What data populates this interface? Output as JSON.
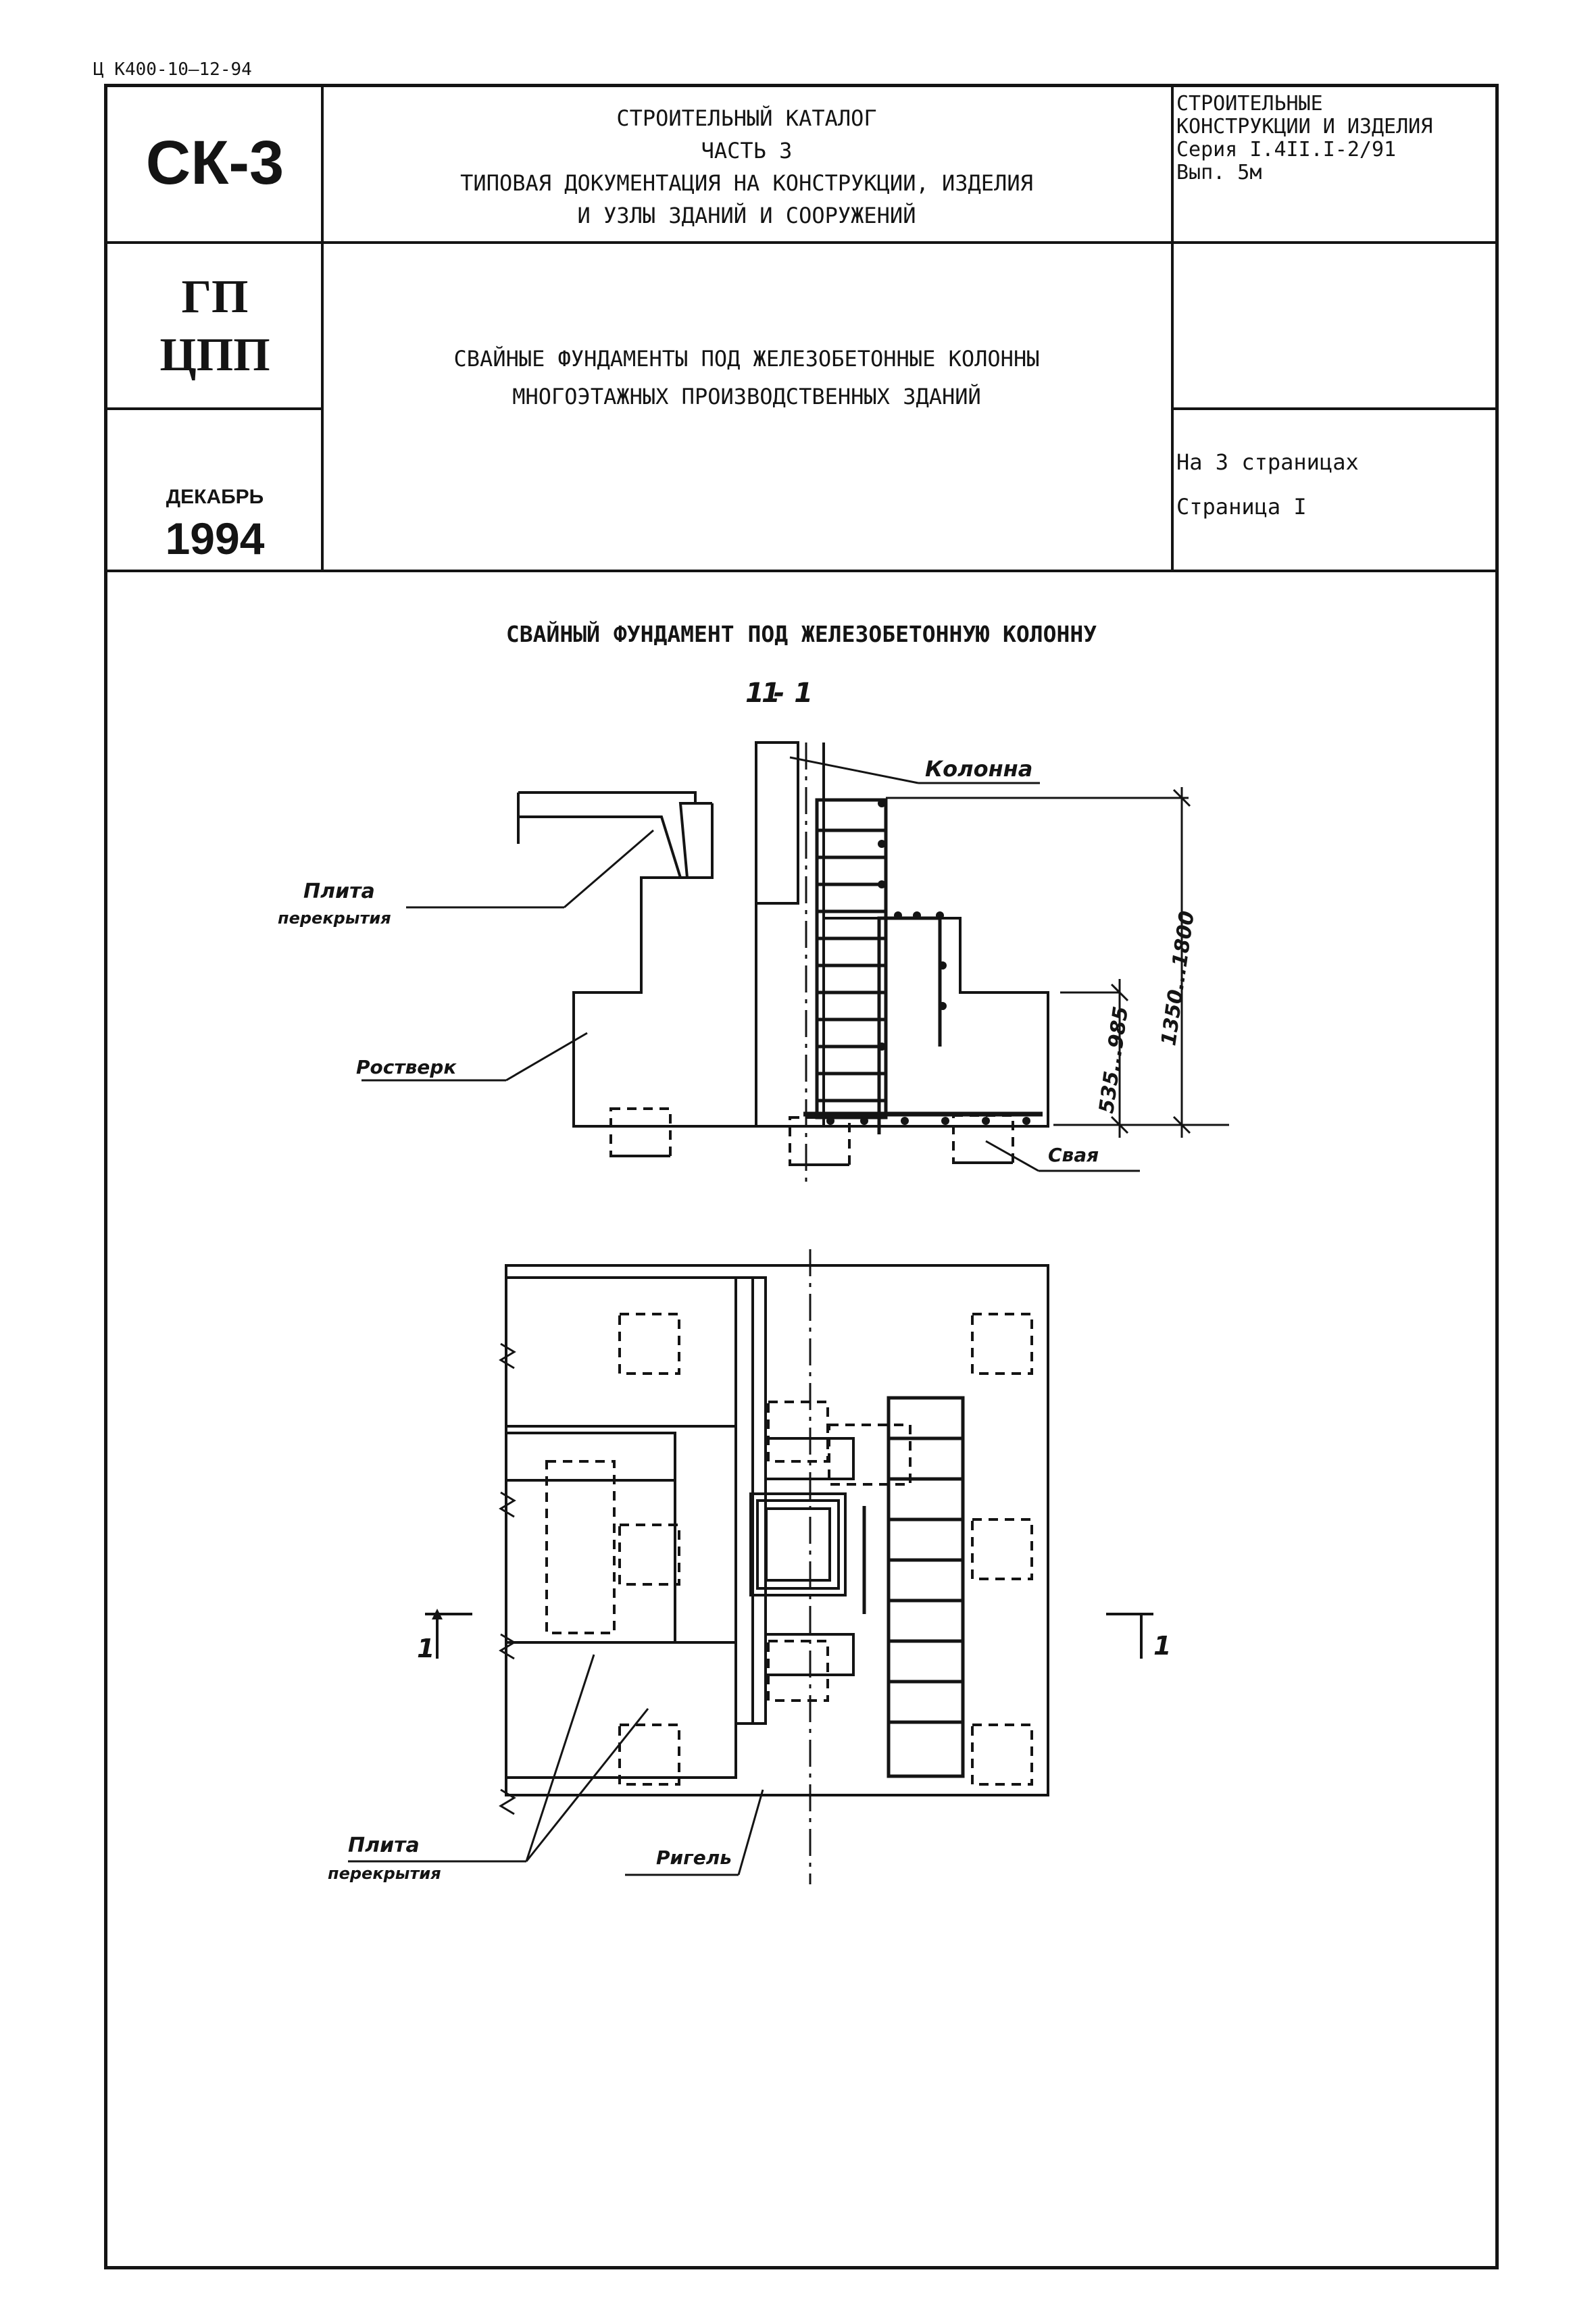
{
  "doc_code": "Ц К400-10—12-94",
  "stamp": {
    "catalog_code": "СК-3",
    "org_lines": [
      "ГП",
      "ЦПП"
    ],
    "month": "ДЕКАБРЬ",
    "year": "1994"
  },
  "catalog": {
    "lines": [
      "СТРОИТЕЛЬНЫЙ КАТАЛОГ",
      "ЧАСТЬ 3",
      "ТИПОВАЯ ДОКУМЕНТАЦИЯ НА КОНСТРУКЦИИ, ИЗДЕЛИЯ",
      "И УЗЛЫ ЗДАНИЙ И СООРУЖЕНИЙ"
    ]
  },
  "series_block": {
    "lines": [
      "СТРОИТЕЛЬНЫЕ",
      "КОНСТРУКЦИИ И ИЗДЕЛИЯ",
      "Серия I.4II.I-2/91",
      "Вып. 5м"
    ]
  },
  "subject": {
    "lines": [
      "СВАЙНЫЕ ФУНДАМЕНТЫ ПОД ЖЕЛЕЗОБЕТОННЫЕ КОЛОННЫ",
      "МНОГОЭТАЖНЫХ ПРОИЗВОДСТВЕННЫХ ЗДАНИЙ"
    ]
  },
  "pages": {
    "total": "На 3 страницах",
    "current": "Страница I"
  },
  "drawing": {
    "title": "СВАЙНЫЙ ФУНДАМЕНТ ПОД ЖЕЛЕЗОБЕТОННУЮ КОЛОННУ",
    "section_label": "1 - 1",
    "labels": {
      "column": "Колонна",
      "slab": "Плита",
      "slab2": "перекрытия",
      "grillage": "Ростверк",
      "pile": "Свая",
      "crossbar": "Ригель",
      "slab_plan": "Плита",
      "slab_plan2": "перекрытия",
      "cut_left": "1",
      "cut_right": "1"
    },
    "dimensions": {
      "total_height": "1350...1800",
      "lower_height": "535...985"
    }
  }
}
